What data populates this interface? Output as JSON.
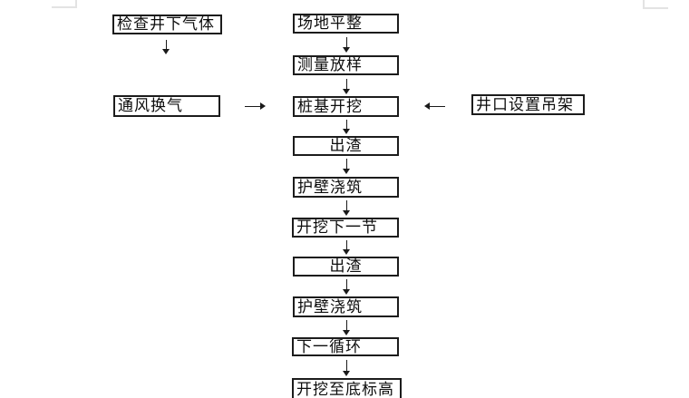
{
  "flowchart": {
    "nodes": [
      {
        "label": "检查井下气体"
      },
      {
        "label": "场地平整"
      },
      {
        "label": "测量放样"
      },
      {
        "label": "通风换气"
      },
      {
        "label": "桩基开挖"
      },
      {
        "label": "井口设置吊架"
      },
      {
        "label": "出渣"
      },
      {
        "label": "护壁浇筑"
      },
      {
        "label": "开挖下一节"
      },
      {
        "label": "出渣"
      },
      {
        "label": "护壁浇筑"
      },
      {
        "label": "下一循环"
      },
      {
        "label": "开挖至底标高"
      }
    ],
    "edges": [
      {
        "from": "检查井下气体",
        "to": "通风换气",
        "direction": "down"
      },
      {
        "from": "场地平整",
        "to": "测量放样",
        "direction": "down"
      },
      {
        "from": "测量放样",
        "to": "桩基开挖",
        "direction": "down"
      },
      {
        "from": "通风换气",
        "to": "桩基开挖",
        "direction": "right"
      },
      {
        "from": "井口设置吊架",
        "to": "桩基开挖",
        "direction": "left"
      },
      {
        "from": "桩基开挖",
        "to": "出渣",
        "direction": "down"
      },
      {
        "from": "出渣",
        "to": "护壁浇筑",
        "direction": "down"
      },
      {
        "from": "护壁浇筑",
        "to": "开挖下一节",
        "direction": "down"
      },
      {
        "from": "开挖下一节",
        "to": "出渣",
        "direction": "down"
      },
      {
        "from": "出渣",
        "to": "护壁浇筑",
        "direction": "down"
      },
      {
        "from": "护壁浇筑",
        "to": "下一循环",
        "direction": "down"
      },
      {
        "from": "下一循环",
        "to": "开挖至底标高",
        "direction": "down"
      }
    ]
  },
  "colors": {
    "background": "#ffffff",
    "box_border": "#1c1c1c",
    "text": "#0d0d0d",
    "arrow": "#1a1a1a",
    "page_edge": "#e3e3e3"
  }
}
